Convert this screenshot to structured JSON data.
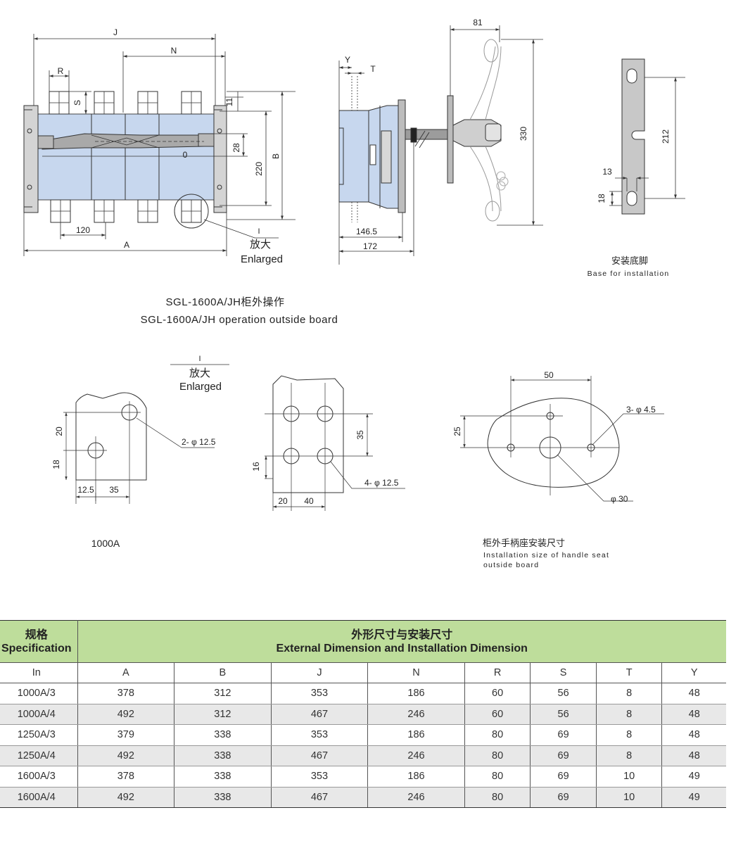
{
  "front_view": {
    "dims": {
      "J": "J",
      "N": "N",
      "R": "R",
      "S": "S",
      "A": "A",
      "B": "B",
      "d11": "11",
      "d28": "28",
      "d220": "220",
      "d120": "120",
      "zero": "0"
    },
    "marker": "I",
    "enlarged_cn": "放大",
    "enlarged_en": "Enlarged"
  },
  "side_view": {
    "dims": {
      "Y": "Y",
      "T": "T",
      "d81": "81",
      "d330": "330",
      "d146": "146.5",
      "d172": "172"
    }
  },
  "base": {
    "dims": {
      "d212": "212",
      "d13": "13",
      "d18": "18"
    },
    "caption_cn": "安装底脚",
    "caption_en": "Base for installation"
  },
  "main_caption": {
    "cn": "SGL-1600A/JH柜外操作",
    "en": "SGL-1600A/JH operation  outside board"
  },
  "detail": {
    "marker": "I",
    "enlarged_cn": "放大",
    "enlarged_en": "Enlarged",
    "a": {
      "d20": "20",
      "d18": "18",
      "d125": "12.5",
      "d35": "35",
      "hole": "2- φ 12.5",
      "caption": "1000A"
    },
    "b": {
      "d35": "35",
      "d16": "16",
      "d20": "20",
      "d40": "40",
      "hole": "4- φ 12.5"
    },
    "c": {
      "d50": "50",
      "d25": "25",
      "holes": "3- φ 4.5",
      "center": "φ 30",
      "caption_cn": "柜外手柄座安装尺寸",
      "caption_en1": "Installation size of handle seat",
      "caption_en2": "outside board"
    }
  },
  "table": {
    "spec_cn": "规格",
    "spec_en": "Specification",
    "group_cn": "外形尺寸与安装尺寸",
    "group_en": "External Dimension and Installation Dimension",
    "columns": [
      "In",
      "A",
      "B",
      "J",
      "N",
      "R",
      "S",
      "T",
      "Y"
    ],
    "rows": [
      [
        "1000A/3",
        "378",
        "312",
        "353",
        "186",
        "60",
        "56",
        "8",
        "48"
      ],
      [
        "1000A/4",
        "492",
        "312",
        "467",
        "246",
        "60",
        "56",
        "8",
        "48"
      ],
      [
        "1250A/3",
        "379",
        "338",
        "353",
        "186",
        "80",
        "69",
        "8",
        "48"
      ],
      [
        "1250A/4",
        "492",
        "338",
        "467",
        "246",
        "80",
        "69",
        "8",
        "48"
      ],
      [
        "1600A/3",
        "378",
        "338",
        "353",
        "186",
        "80",
        "69",
        "10",
        "49"
      ],
      [
        "1600A/4",
        "492",
        "338",
        "467",
        "246",
        "80",
        "69",
        "10",
        "49"
      ]
    ]
  }
}
